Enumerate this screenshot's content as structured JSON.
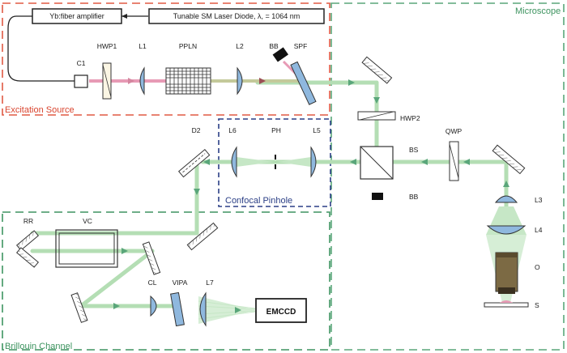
{
  "regions": {
    "excitation": "Excitation Source",
    "microscope": "Microscope",
    "confocal": "Confocal Pinhole",
    "brillouin": "Brillouin Channel"
  },
  "boxes": {
    "amplifier": "Yb:fiber amplifier",
    "laser": "Tunable SM Laser Diode, λ, = 1064 nm",
    "detector": "EMCCD"
  },
  "components": {
    "c1": "C1",
    "hwp1": "HWP1",
    "l1": "L1",
    "ppln": "PPLN",
    "l2": "L2",
    "bb_top": "BB",
    "spf": "SPF",
    "hwp2": "HWP2",
    "qwp": "QWP",
    "bs": "BS",
    "bb_mid": "BB",
    "d2": "D2",
    "l6": "L6",
    "ph": "PH",
    "l5": "L5",
    "l3": "L3",
    "l4": "L4",
    "o": "O",
    "s": "S",
    "rr": "RR",
    "vc": "VC",
    "cl": "CL",
    "vipa": "VIPA",
    "l7": "L7"
  },
  "colors": {
    "excitation_border": "#e05a44",
    "microscope_border": "#5aa67a",
    "confocal_border": "#2b3f86",
    "green_beam": "#a6d9a6",
    "pink_beam": "#e79ab5",
    "optic_fill": "#8fb8de"
  }
}
